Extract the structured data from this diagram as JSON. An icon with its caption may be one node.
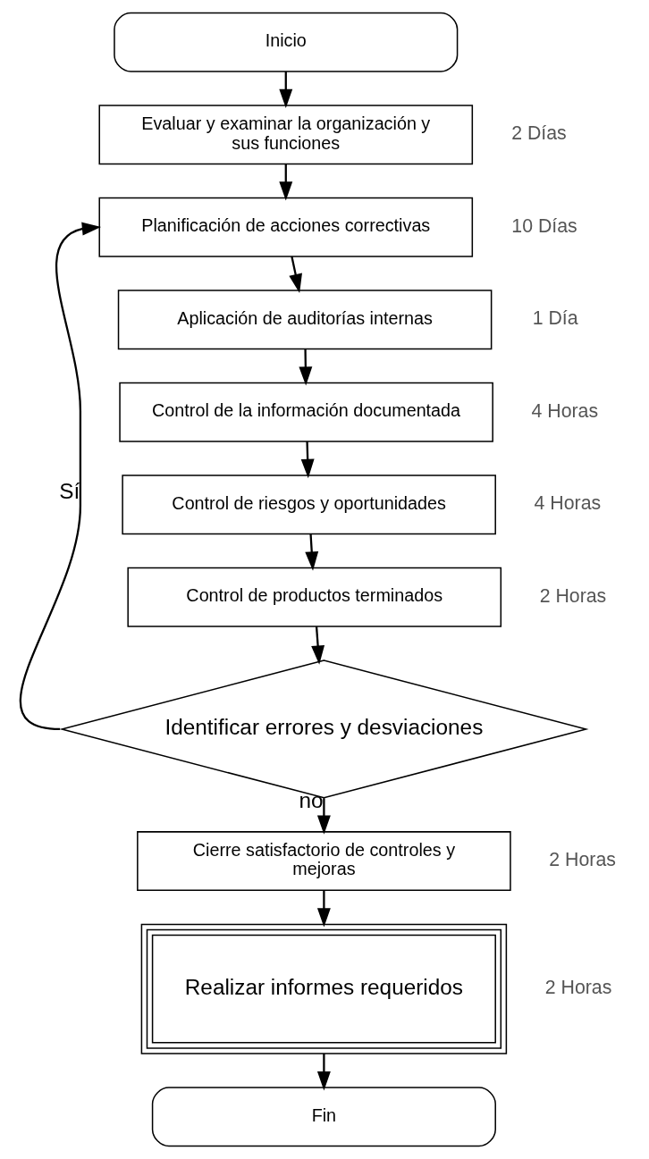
{
  "diagram": {
    "nodes": [
      {
        "text": [
          "Inicio"
        ]
      },
      {
        "text": [
          "Evaluar y examinar la organización y sus funciones"
        ],
        "beside": [
          "2 Días"
        ]
      },
      {
        "text": [
          "Planificación de acciones correctivas"
        ],
        "beside": [
          "10 Días"
        ]
      },
      {
        "text": [
          "Aplicación de auditorías internas"
        ],
        "beside": [
          "1 Día"
        ]
      },
      {
        "text": [
          "Control de la información documentada"
        ],
        "beside": [
          "4 Horas"
        ]
      },
      {
        "text": [
          "Control de riesgos y oportunidades"
        ],
        "beside": [
          "4 Horas"
        ]
      },
      {
        "text": [
          "Control de productos terminados"
        ],
        "beside": [
          "2 Horas"
        ]
      },
      {
        "text": [
          "Identificar errores y desviaciones"
        ]
      },
      {
        "text": [
          "Cierre satisfactorio de controles y mejoras"
        ],
        "beside": [
          "2 Horas"
        ]
      },
      {
        "text": [
          "Realizar informes requeridos"
        ],
        "beside": [
          "2 Horas"
        ]
      },
      {
        "text": [
          "Fin"
        ]
      }
    ],
    "edges": [
      {
        "from": 0,
        "to": 1,
        "arrow": "to"
      },
      {
        "from": 1,
        "to": 2,
        "arrow": "to"
      },
      {
        "from": 2,
        "to": 3,
        "arrow": "to"
      },
      {
        "from": 3,
        "to": 4,
        "arrow": "to"
      },
      {
        "from": 4,
        "to": 5,
        "arrow": "to"
      },
      {
        "from": 5,
        "to": 6,
        "arrow": "to"
      },
      {
        "from": 6,
        "to": 7,
        "arrow": "to"
      },
      {
        "from": 7,
        "to": 2,
        "arrow": "to",
        "label": "Sí"
      },
      {
        "from": 7,
        "to": 8,
        "arrow": "to",
        "label": "no"
      },
      {
        "from": 8,
        "to": 9,
        "arrow": "to"
      },
      {
        "from": 9,
        "to": 10,
        "arrow": "to"
      }
    ]
  }
}
